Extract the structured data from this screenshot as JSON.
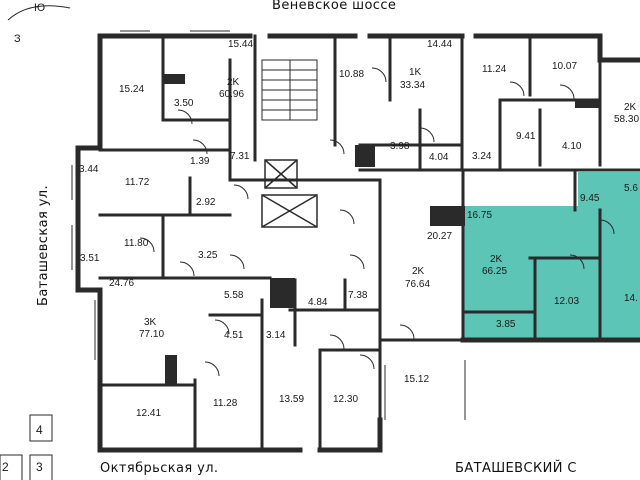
{
  "streets": {
    "top": "Венёвское шоссе",
    "left": "Баташевская ул.",
    "bottom_left": "Октябрьская ул.",
    "bottom_right": "БАТАШЕВСКИЙ С"
  },
  "compass": {
    "south": "Ю",
    "west": "З"
  },
  "floor_selector": {
    "floors": [
      "4",
      "3",
      "2"
    ]
  },
  "highlight_color": "#5cc5b5",
  "rooms": [
    {
      "key": "r1",
      "text": "15.44"
    },
    {
      "key": "r2",
      "text": "14.44"
    },
    {
      "key": "r3",
      "text": "15.24"
    },
    {
      "key": "r4",
      "text": "2K"
    },
    {
      "key": "r5",
      "text": "60.96"
    },
    {
      "key": "r6",
      "text": "3.50"
    },
    {
      "key": "r7",
      "text": "10.88"
    },
    {
      "key": "r8",
      "text": "1K"
    },
    {
      "key": "r9",
      "text": "33.34"
    },
    {
      "key": "r10",
      "text": "11.24"
    },
    {
      "key": "r11",
      "text": "10.07"
    },
    {
      "key": "r12",
      "text": "2K"
    },
    {
      "key": "r13",
      "text": "58.30"
    },
    {
      "key": "r14",
      "text": "9.41"
    },
    {
      "key": "r15",
      "text": "4.10"
    },
    {
      "key": "r16",
      "text": "3.98"
    },
    {
      "key": "r17",
      "text": "4.04"
    },
    {
      "key": "r18",
      "text": "3.24"
    },
    {
      "key": "r19",
      "text": "1.39"
    },
    {
      "key": "r20",
      "text": "7.31"
    },
    {
      "key": "r21",
      "text": "3.44"
    },
    {
      "key": "r22",
      "text": "11.72"
    },
    {
      "key": "r23",
      "text": "2.92"
    },
    {
      "key": "r24",
      "text": "11.80"
    },
    {
      "key": "r25",
      "text": "3.51"
    },
    {
      "key": "r26",
      "text": "3.25"
    },
    {
      "key": "r27",
      "text": "24.76"
    },
    {
      "key": "r28",
      "text": "9.45"
    },
    {
      "key": "r29",
      "text": "5.6"
    },
    {
      "key": "r30",
      "text": "16.75"
    },
    {
      "key": "r31",
      "text": "20.27"
    },
    {
      "key": "r32",
      "text": "2K"
    },
    {
      "key": "r33",
      "text": "66.25"
    },
    {
      "key": "r34",
      "text": "12.03"
    },
    {
      "key": "r35",
      "text": "14."
    },
    {
      "key": "r36",
      "text": "3.85"
    },
    {
      "key": "r37",
      "text": "2K"
    },
    {
      "key": "r38",
      "text": "76.64"
    },
    {
      "key": "r39",
      "text": "5.58"
    },
    {
      "key": "r40",
      "text": "4.84"
    },
    {
      "key": "r41",
      "text": "7.38"
    },
    {
      "key": "r42",
      "text": "3K"
    },
    {
      "key": "r43",
      "text": "77.10"
    },
    {
      "key": "r44",
      "text": "4.51"
    },
    {
      "key": "r45",
      "text": "3.14"
    },
    {
      "key": "r46",
      "text": "15.12"
    },
    {
      "key": "r47",
      "text": "12.41"
    },
    {
      "key": "r48",
      "text": "11.28"
    },
    {
      "key": "r49",
      "text": "13.59"
    },
    {
      "key": "r50",
      "text": "12.30"
    }
  ]
}
